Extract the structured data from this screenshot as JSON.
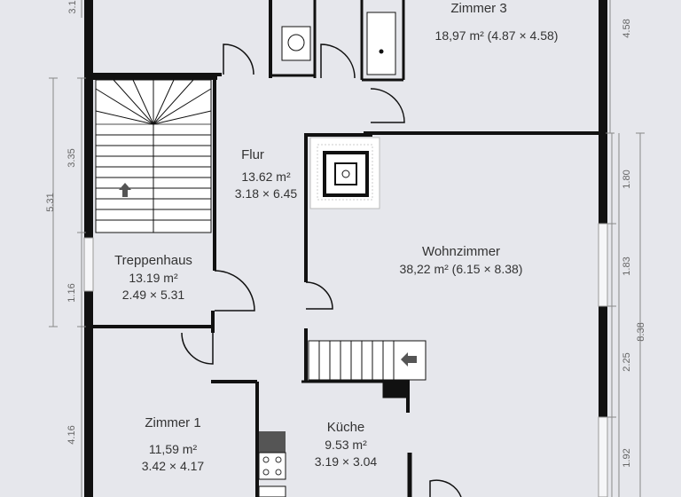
{
  "rooms": {
    "zimmer3": {
      "name": "Zimmer 3",
      "area": "18,97  m² (4.87 × 4.58)"
    },
    "flur": {
      "name": "Flur",
      "area": "13.62 m²",
      "size": "3.18 × 6.45"
    },
    "treppenhaus": {
      "name": "Treppenhaus",
      "area": "13.19 m²",
      "size": "2.49 × 5.31"
    },
    "wohnzimmer": {
      "name": "Wohnzimmer",
      "area": "38,22 m² (6.15 × 8.38)"
    },
    "zimmer1": {
      "name": "Zimmer 1",
      "area": "11,59 m²",
      "size": "3.42 × 4.17"
    },
    "kueche": {
      "name": "Küche",
      "area": "9.53 m²",
      "size": "3.19 × 3.04"
    }
  },
  "dimensions": {
    "left_top_partial": "3.1",
    "left_outer": "5.31",
    "left_stair": "3.35",
    "left_small": "1.16",
    "left_zimmer1": "4.16",
    "right_zimmer3": "4.58",
    "right_a": "1.80",
    "right_b": "1.83",
    "right_c": "2.25",
    "right_d": "1.92",
    "right_total": "8.38"
  },
  "colors": {
    "wall": "#111111",
    "floor": "#e6e7ec",
    "dimline": "#888888"
  }
}
